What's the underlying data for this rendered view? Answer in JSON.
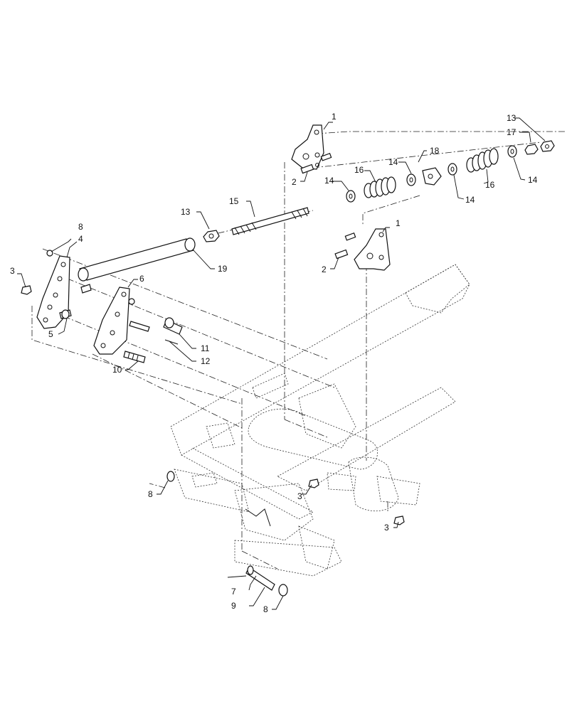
{
  "callouts": {
    "c1a": "1",
    "c1b": "1",
    "c2a": "2",
    "c2b": "2",
    "c3a": "3",
    "c3b": "3",
    "c3c": "3",
    "c4": "4",
    "c5": "5",
    "c6": "6",
    "c7": "7",
    "c8a": "8",
    "c8b": "8",
    "c8c": "8",
    "c9": "9",
    "c10": "10",
    "c11": "11",
    "c12": "12",
    "c13a": "13",
    "c13b": "13",
    "c14a": "14",
    "c14b": "14",
    "c14c": "14",
    "c14d": "14",
    "c15": "15",
    "c16a": "16",
    "c16b": "16",
    "c17": "17",
    "c18": "18",
    "c19": "19"
  }
}
